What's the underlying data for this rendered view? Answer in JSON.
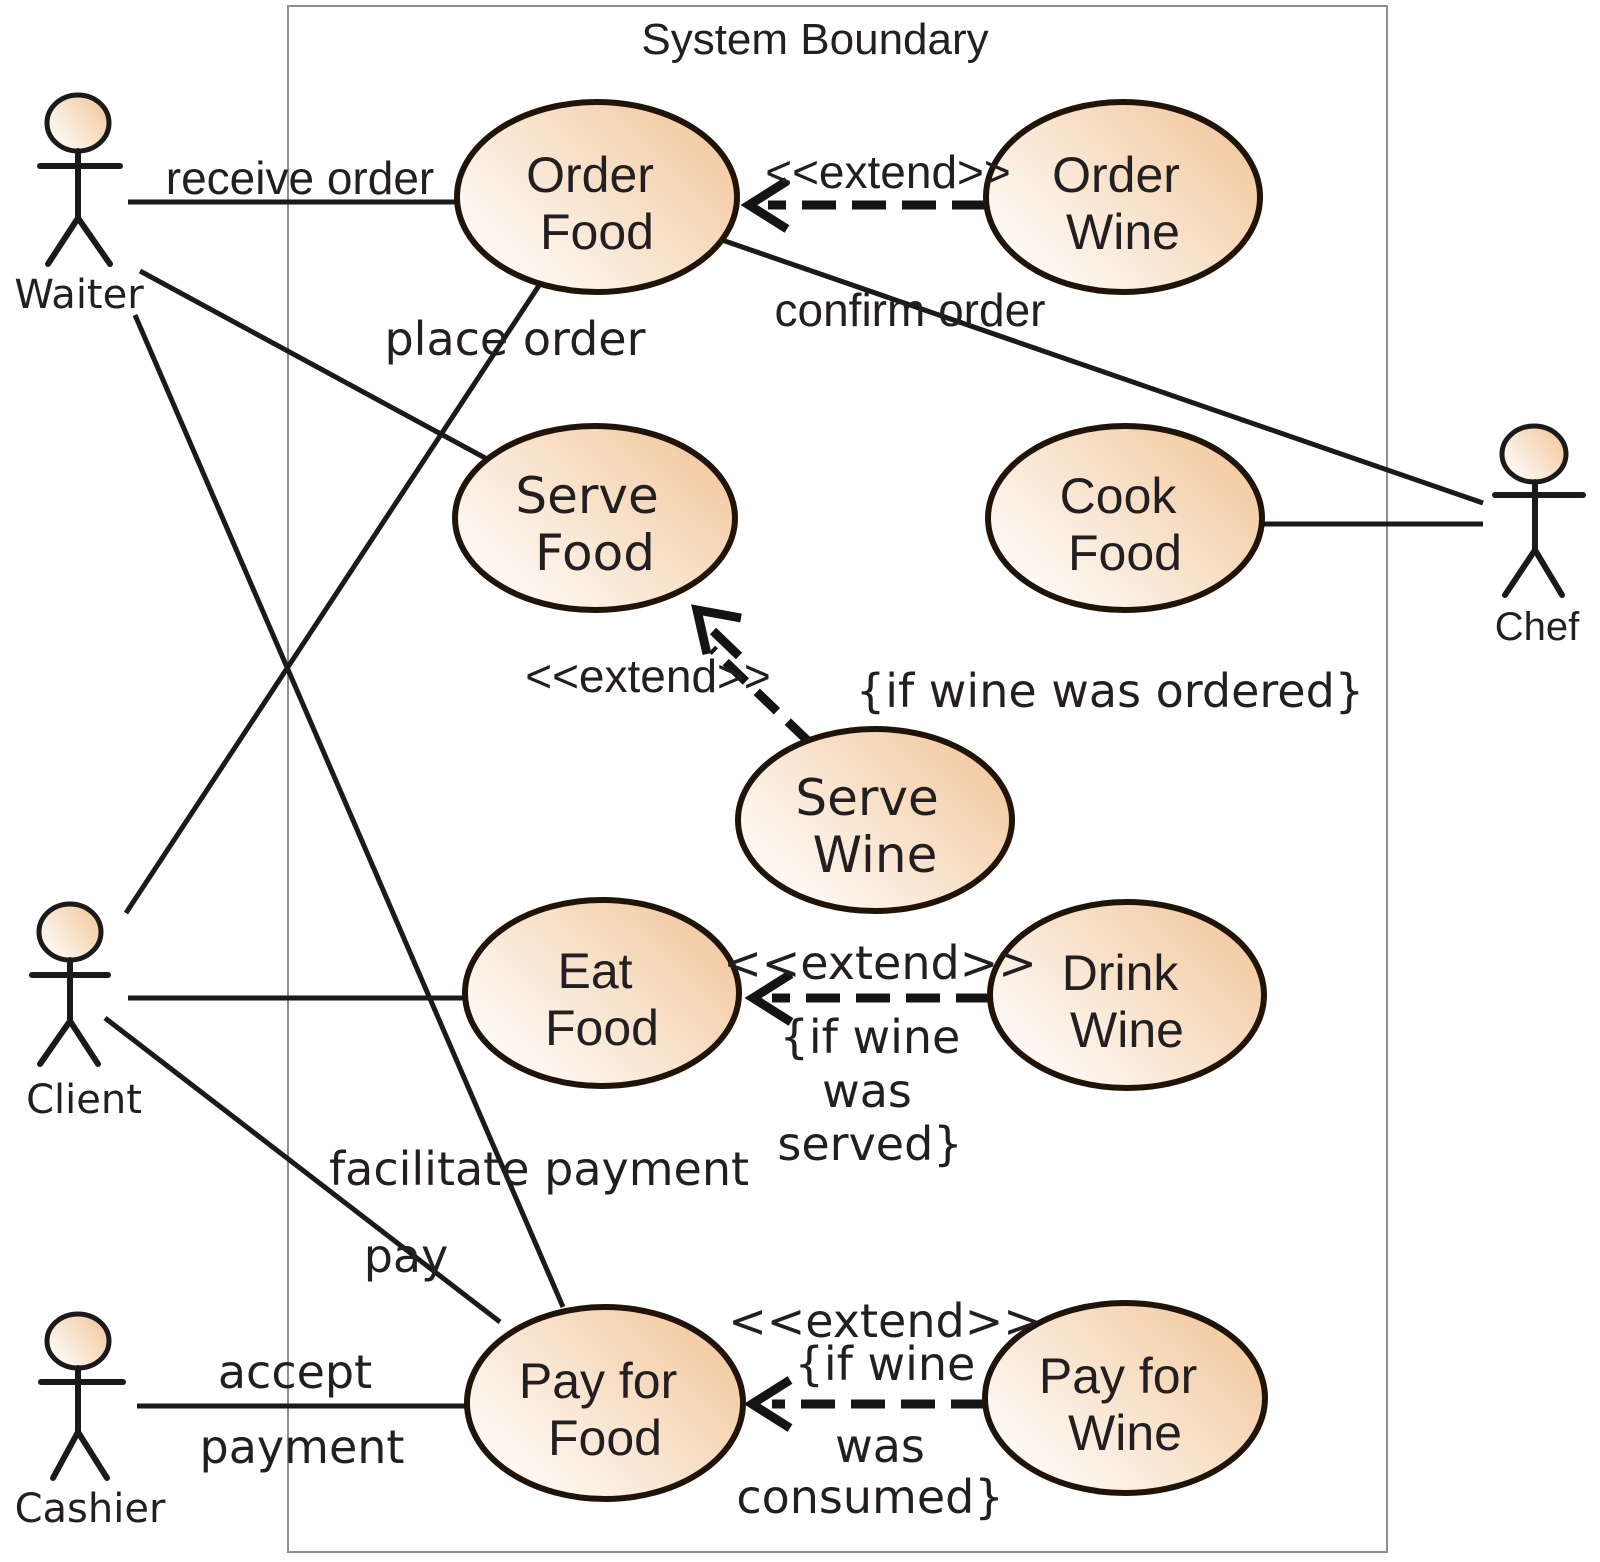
{
  "title": "System Boundary",
  "colors": {
    "background": "#ffffff",
    "ellipse_fill_light": "#ffffff",
    "ellipse_fill_peach": "#f2c79b",
    "ellipse_stroke": "#201409",
    "line_color": "#1a1a1a",
    "text_color": "#231f20",
    "boundary_stroke": "#8f8f8f"
  },
  "actors": {
    "waiter": "Waiter",
    "client": "Client",
    "cashier": "Cashier",
    "chef": "Chef"
  },
  "use_cases": {
    "order_food": {
      "line1": "Order",
      "line2": "Food"
    },
    "order_wine": {
      "line1": "Order",
      "line2": "Wine"
    },
    "serve_food": {
      "line1": "Serve",
      "line2": "Food"
    },
    "cook_food": {
      "line1": "Cook",
      "line2": "Food"
    },
    "serve_wine": {
      "line1": "Serve",
      "line2": "Wine"
    },
    "eat_food": {
      "line1": "Eat",
      "line2": "Food"
    },
    "drink_wine": {
      "line1": "Drink",
      "line2": "Wine"
    },
    "pay_for_food": {
      "line1": "Pay for",
      "line2": "Food"
    },
    "pay_for_wine": {
      "line1": "Pay for",
      "line2": "Wine"
    }
  },
  "associations": {
    "receive_order": "receive order",
    "place_order": "place order",
    "confirm_order": "confirm order",
    "facilitate_payment": "facilitate payment",
    "pay": "pay",
    "accept_line1": "accept",
    "accept_line2": "payment"
  },
  "extend": {
    "stereotype": "<<extend>>",
    "serve_condition": "{if wine was ordered}",
    "drink_condition_line1": "{if wine",
    "drink_condition_line2": "was",
    "drink_condition_line3": "served}",
    "pay_condition_line1": "{if wine",
    "pay_condition_line2": "was",
    "pay_condition_line3": "consumed}"
  }
}
